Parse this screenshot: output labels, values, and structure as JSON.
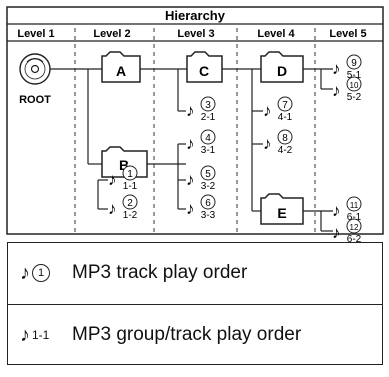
{
  "title": "Hierarchy",
  "levels": [
    "Level 1",
    "Level 2",
    "Level 3",
    "Level 4",
    "Level 5"
  ],
  "root_label": "ROOT",
  "folders": [
    "A",
    "B",
    "C",
    "D",
    "E"
  ],
  "tracks": [
    {
      "order": "1",
      "group_track": "1-1"
    },
    {
      "order": "2",
      "group_track": "1-2"
    },
    {
      "order": "3",
      "group_track": "2-1"
    },
    {
      "order": "4",
      "group_track": "3-1"
    },
    {
      "order": "5",
      "group_track": "3-2"
    },
    {
      "order": "6",
      "group_track": "3-3"
    },
    {
      "order": "7",
      "group_track": "4-1"
    },
    {
      "order": "8",
      "group_track": "4-2"
    },
    {
      "order": "9",
      "group_track": "5-1"
    },
    {
      "order": "10",
      "group_track": "5-2"
    },
    {
      "order": "11",
      "group_track": "6-1"
    },
    {
      "order": "12",
      "group_track": "6-2"
    }
  ],
  "legend": {
    "track_symbol_number": "1",
    "track_label": "MP3 track play order",
    "group_symbol_number": "1-1",
    "group_label": "MP3 group/track play order"
  }
}
